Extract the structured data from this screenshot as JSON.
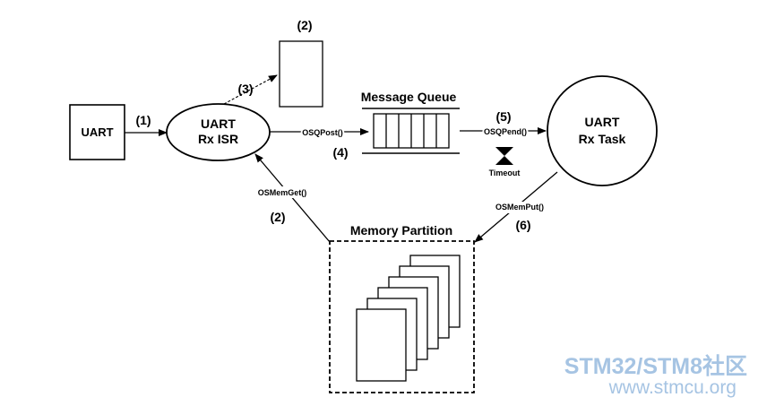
{
  "nodes": {
    "uart_device": "UART",
    "rx_isr_line1": "UART",
    "rx_isr_line2": "Rx ISR",
    "rx_task_line1": "UART",
    "rx_task_line2": "Rx Task",
    "message_queue_title": "Message Queue",
    "memory_partition_title": "Memory Partition",
    "timeout_label": "Timeout"
  },
  "steps": {
    "s1": "(1)",
    "s2_top": "(2)",
    "s3": "(3)",
    "s4": "(4)",
    "s5": "(5)",
    "s2_bottom": "(2)",
    "s6": "(6)"
  },
  "calls": {
    "post": "OSQPost()",
    "pend": "OSQPend()",
    "memget": "OSMemGet()",
    "memput": "OSMemPut()"
  },
  "watermark": {
    "brand": "STM32/STM8社区",
    "url": "www.stmcu.org"
  },
  "colors": {
    "ink": "#000000",
    "watermark": "#a6c4e3"
  }
}
